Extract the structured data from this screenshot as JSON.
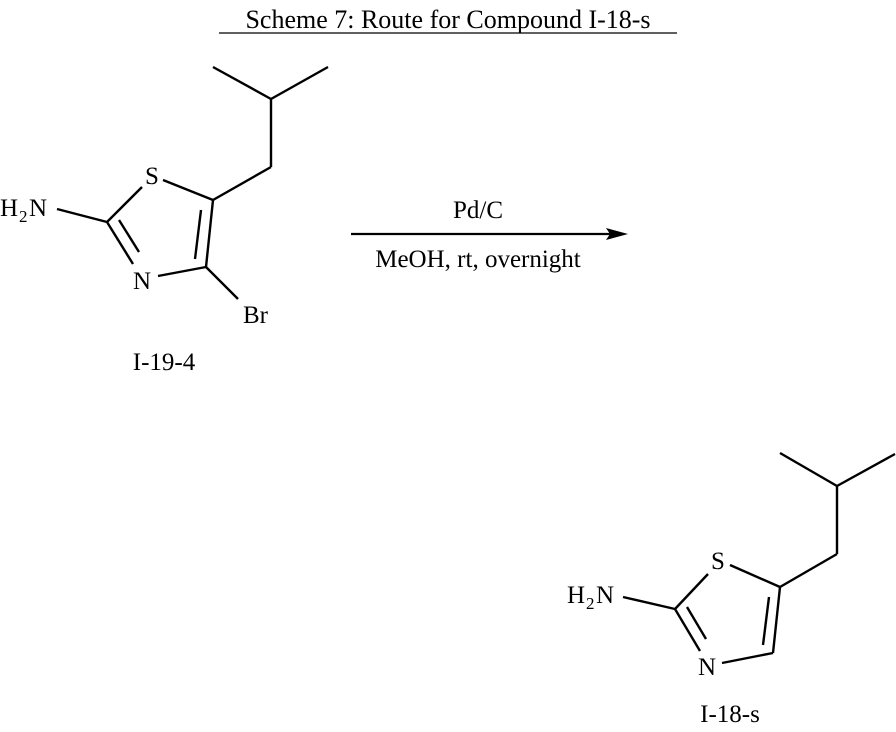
{
  "scheme": {
    "title": "Scheme 7: Route for Compound I-18-s",
    "colors": {
      "ink": "#000000",
      "background": "#ffffff"
    }
  },
  "starting_material": {
    "id": "I-19-4",
    "atoms": {
      "amine_H": "H",
      "amine_sub": "2",
      "amine_N": "N",
      "ring_S": "S",
      "ring_N": "N",
      "halogen": "Br"
    }
  },
  "reaction": {
    "reagent_above": "Pd/C",
    "conditions_below": "MeOH, rt, overnight",
    "arrow": "right-arrow"
  },
  "product": {
    "id": "I-18-s",
    "atoms": {
      "amine_H": "H",
      "amine_sub": "2",
      "amine_N": "N",
      "ring_S": "S",
      "ring_N": "N"
    }
  }
}
